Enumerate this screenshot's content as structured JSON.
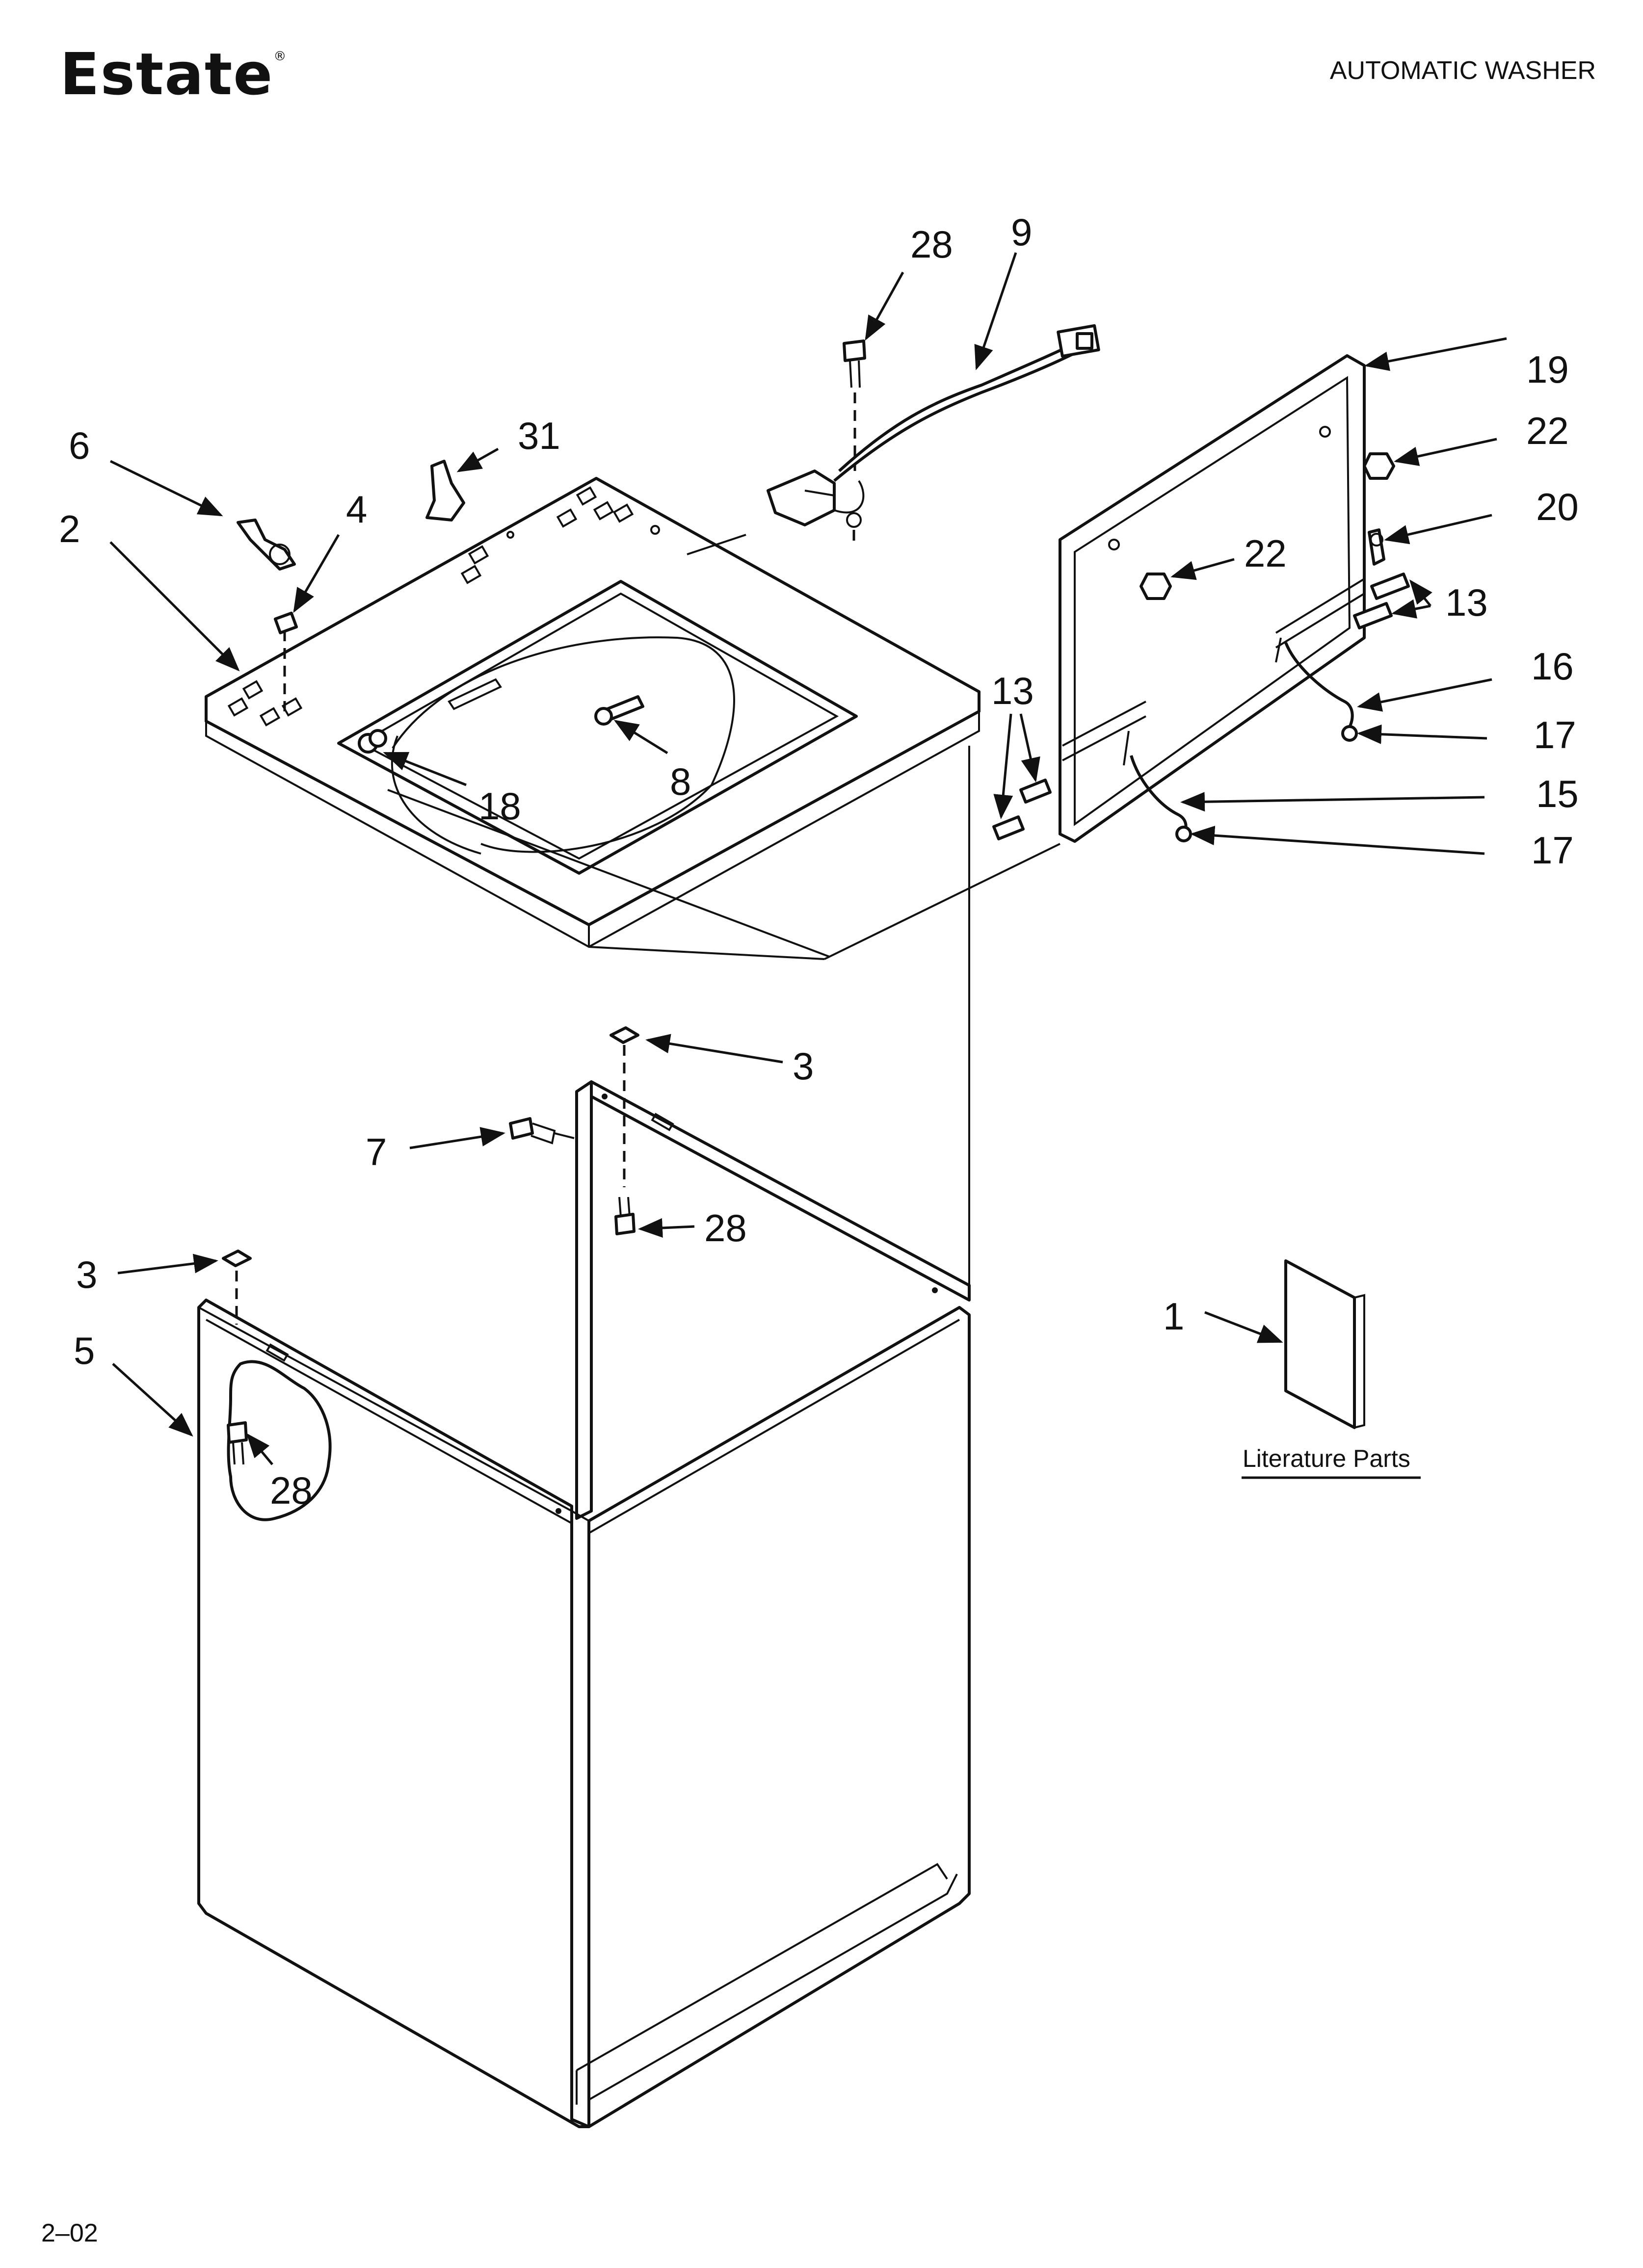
{
  "header": {
    "brand": "Estate",
    "registered_mark": "®",
    "doc_title": "AUTOMATIC WASHER"
  },
  "callouts": [
    {
      "id": "c-28-top",
      "label": "28"
    },
    {
      "id": "c-9",
      "label": "9"
    },
    {
      "id": "c-19",
      "label": "19"
    },
    {
      "id": "c-22-right",
      "label": "22"
    },
    {
      "id": "c-20",
      "label": "20"
    },
    {
      "id": "c-22-inner",
      "label": "22"
    },
    {
      "id": "c-13-right",
      "label": "13"
    },
    {
      "id": "c-16",
      "label": "16"
    },
    {
      "id": "c-17-upper",
      "label": "17"
    },
    {
      "id": "c-15",
      "label": "15"
    },
    {
      "id": "c-17-lower",
      "label": "17"
    },
    {
      "id": "c-13-left",
      "label": "13"
    },
    {
      "id": "c-6",
      "label": "6"
    },
    {
      "id": "c-31",
      "label": "31"
    },
    {
      "id": "c-4",
      "label": "4"
    },
    {
      "id": "c-2",
      "label": "2"
    },
    {
      "id": "c-8",
      "label": "8"
    },
    {
      "id": "c-18",
      "label": "18"
    },
    {
      "id": "c-3-upper",
      "label": "3"
    },
    {
      "id": "c-7",
      "label": "7"
    },
    {
      "id": "c-28-mid",
      "label": "28"
    },
    {
      "id": "c-3-lower",
      "label": "3"
    },
    {
      "id": "c-5",
      "label": "5"
    },
    {
      "id": "c-28-cabinet",
      "label": "28"
    },
    {
      "id": "c-1",
      "label": "1"
    }
  ],
  "literature": {
    "label": "Literature Parts"
  },
  "footer": {
    "code": "2–02"
  }
}
